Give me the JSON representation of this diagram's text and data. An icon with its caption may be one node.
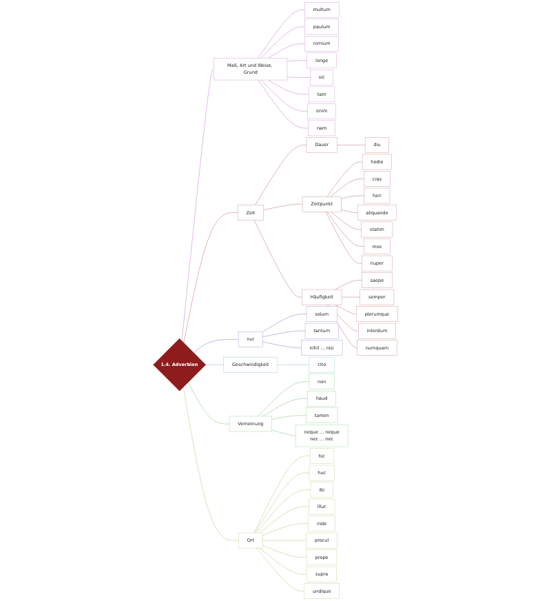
{
  "diagram": {
    "nodes": [
      {
        "text": [
          "1.4. Adverbien"
        ]
      },
      {
        "text": [
          "Maß, Art und Weise, Grund"
        ]
      },
      {
        "text": [
          "multum"
        ]
      },
      {
        "text": [
          "paulum"
        ]
      },
      {
        "text": [
          "nimium"
        ]
      },
      {
        "text": [
          "longe"
        ]
      },
      {
        "text": [
          "sic"
        ]
      },
      {
        "text": [
          "tam"
        ]
      },
      {
        "text": [
          "enim"
        ]
      },
      {
        "text": [
          "nam"
        ]
      },
      {
        "text": [
          "Zeit"
        ]
      },
      {
        "text": [
          "Dauer"
        ]
      },
      {
        "text": [
          "diu"
        ]
      },
      {
        "text": [
          "Zeitpunkt"
        ]
      },
      {
        "text": [
          "hodie"
        ]
      },
      {
        "text": [
          "cras"
        ]
      },
      {
        "text": [
          "heri"
        ]
      },
      {
        "text": [
          "aliquando"
        ]
      },
      {
        "text": [
          "statim"
        ]
      },
      {
        "text": [
          "mox"
        ]
      },
      {
        "text": [
          "nuper"
        ]
      },
      {
        "text": [
          "Häufigkeit"
        ]
      },
      {
        "text": [
          "saepe"
        ]
      },
      {
        "text": [
          "semper"
        ]
      },
      {
        "text": [
          "plerumque"
        ]
      },
      {
        "text": [
          "interdum"
        ]
      },
      {
        "text": [
          "numquam"
        ]
      },
      {
        "text": [
          "nur"
        ]
      },
      {
        "text": [
          "solum"
        ]
      },
      {
        "text": [
          "tantum"
        ]
      },
      {
        "text": [
          "nihil ... nisi"
        ]
      },
      {
        "text": [
          "Geschwindigkeit"
        ]
      },
      {
        "text": [
          "cito"
        ]
      },
      {
        "text": [
          "Verneinung"
        ]
      },
      {
        "text": [
          "non"
        ]
      },
      {
        "text": [
          "haud"
        ]
      },
      {
        "text": [
          "tamen"
        ]
      },
      {
        "text": [
          "neque ... neque",
          "nec ... nec"
        ]
      },
      {
        "text": [
          "Ort"
        ]
      },
      {
        "text": [
          "hic"
        ]
      },
      {
        "text": [
          "huc"
        ]
      },
      {
        "text": [
          "ibi"
        ]
      },
      {
        "text": [
          "illuc"
        ]
      },
      {
        "text": [
          "inde"
        ]
      },
      {
        "text": [
          "procul"
        ]
      },
      {
        "text": [
          "prope"
        ]
      },
      {
        "text": [
          "supra"
        ]
      },
      {
        "text": [
          "undique"
        ]
      }
    ],
    "edges": [
      {
        "from": 0,
        "to": 1,
        "arrow": "none",
        "color": "#c890d0"
      },
      {
        "from": 1,
        "to": 2,
        "arrow": "none",
        "color": "#c890d0"
      },
      {
        "from": 1,
        "to": 3,
        "arrow": "none",
        "color": "#c890d0"
      },
      {
        "from": 1,
        "to": 4,
        "arrow": "none",
        "color": "#c890d0"
      },
      {
        "from": 1,
        "to": 5,
        "arrow": "none",
        "color": "#c890d0"
      },
      {
        "from": 1,
        "to": 6,
        "arrow": "none",
        "color": "#c890d0"
      },
      {
        "from": 1,
        "to": 7,
        "arrow": "none",
        "color": "#c890d0"
      },
      {
        "from": 1,
        "to": 8,
        "arrow": "none",
        "color": "#c890d0"
      },
      {
        "from": 1,
        "to": 9,
        "arrow": "none",
        "color": "#c890d0"
      },
      {
        "from": 0,
        "to": 10,
        "arrow": "none",
        "color": "#c88888"
      },
      {
        "from": 10,
        "to": 11,
        "arrow": "none",
        "color": "#c88888"
      },
      {
        "from": 11,
        "to": 12,
        "arrow": "none",
        "color": "#c88888"
      },
      {
        "from": 10,
        "to": 13,
        "arrow": "none",
        "color": "#c88888"
      },
      {
        "from": 13,
        "to": 14,
        "arrow": "none",
        "color": "#c88888"
      },
      {
        "from": 13,
        "to": 15,
        "arrow": "none",
        "color": "#c88888"
      },
      {
        "from": 13,
        "to": 16,
        "arrow": "none",
        "color": "#c88888"
      },
      {
        "from": 13,
        "to": 17,
        "arrow": "none",
        "color": "#c88888"
      },
      {
        "from": 13,
        "to": 18,
        "arrow": "none",
        "color": "#c88888"
      },
      {
        "from": 13,
        "to": 19,
        "arrow": "none",
        "color": "#c88888"
      },
      {
        "from": 13,
        "to": 20,
        "arrow": "none",
        "color": "#c88888"
      },
      {
        "from": 10,
        "to": 21,
        "arrow": "none",
        "color": "#c88888"
      },
      {
        "from": 21,
        "to": 22,
        "arrow": "none",
        "color": "#c88888"
      },
      {
        "from": 21,
        "to": 23,
        "arrow": "none",
        "color": "#c88888"
      },
      {
        "from": 21,
        "to": 24,
        "arrow": "none",
        "color": "#c88888"
      },
      {
        "from": 21,
        "to": 25,
        "arrow": "none",
        "color": "#c88888"
      },
      {
        "from": 21,
        "to": 26,
        "arrow": "none",
        "color": "#c88888"
      },
      {
        "from": 0,
        "to": 27,
        "arrow": "none",
        "color": "#9090d0"
      },
      {
        "from": 27,
        "to": 28,
        "arrow": "none",
        "color": "#9090d0"
      },
      {
        "from": 27,
        "to": 29,
        "arrow": "none",
        "color": "#9090d0"
      },
      {
        "from": 27,
        "to": 30,
        "arrow": "none",
        "color": "#9090d0"
      },
      {
        "from": 0,
        "to": 31,
        "arrow": "none",
        "color": "#90c8d0"
      },
      {
        "from": 31,
        "to": 32,
        "arrow": "none",
        "color": "#90c8d0"
      },
      {
        "from": 0,
        "to": 33,
        "arrow": "none",
        "color": "#90d090"
      },
      {
        "from": 33,
        "to": 34,
        "arrow": "none",
        "color": "#90d090"
      },
      {
        "from": 33,
        "to": 35,
        "arrow": "none",
        "color": "#90d090"
      },
      {
        "from": 33,
        "to": 36,
        "arrow": "none",
        "color": "#90d090"
      },
      {
        "from": 33,
        "to": 37,
        "arrow": "none",
        "color": "#90d090"
      },
      {
        "from": 0,
        "to": 38,
        "arrow": "none",
        "color": "#c8c890"
      },
      {
        "from": 38,
        "to": 39,
        "arrow": "none",
        "color": "#c8c890"
      },
      {
        "from": 38,
        "to": 40,
        "arrow": "none",
        "color": "#c8c890"
      },
      {
        "from": 38,
        "to": 41,
        "arrow": "none",
        "color": "#c8c890"
      },
      {
        "from": 38,
        "to": 42,
        "arrow": "none",
        "color": "#c8c890"
      },
      {
        "from": 38,
        "to": 43,
        "arrow": "none",
        "color": "#c8c890"
      },
      {
        "from": 38,
        "to": 44,
        "arrow": "none",
        "color": "#c8c890"
      },
      {
        "from": 38,
        "to": 45,
        "arrow": "none",
        "color": "#c8c890"
      },
      {
        "from": 38,
        "to": 46,
        "arrow": "none",
        "color": "#c8c890"
      },
      {
        "from": 38,
        "to": 47,
        "arrow": "none",
        "color": "#c8c890"
      }
    ]
  }
}
